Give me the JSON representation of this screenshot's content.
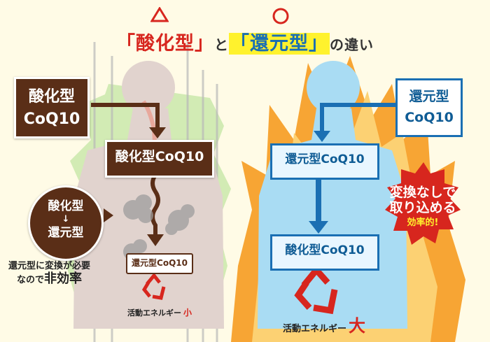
{
  "title": {
    "part1": "「酸化型」",
    "part2": "と",
    "part3": "「還元型」",
    "part4": "の違い",
    "mark_left": "triangle-mark",
    "mark_right": "circle-mark"
  },
  "left": {
    "source_box": {
      "line1": "酸化型",
      "line2": "CoQ10"
    },
    "mid_box": "酸化型CoQ10",
    "bottom_box": "還元型CoQ10",
    "convert_circle": {
      "line1": "酸化型",
      "arrow": "↓",
      "line2": "還元型"
    },
    "note": {
      "line1": "還元型に変換が必要",
      "line2_a": "なので",
      "line2_b": "非効率"
    },
    "energy": {
      "label": "活動エネルギー",
      "size": "小"
    }
  },
  "right": {
    "source_box": {
      "line1": "還元型",
      "line2": "CoQ10"
    },
    "mid_box": "還元型CoQ10",
    "bottom_box": "酸化型CoQ10",
    "badge": {
      "line1": "変換なしで",
      "line2": "取り込める",
      "line3": "効率的!"
    },
    "energy": {
      "label": "活動エネルギー",
      "size": "大"
    }
  },
  "colors": {
    "brown": "#5a2e17",
    "blue": "#1a6fb3",
    "red": "#d7261e",
    "yellow": "#fff22d",
    "bg": "#fffbe6"
  }
}
